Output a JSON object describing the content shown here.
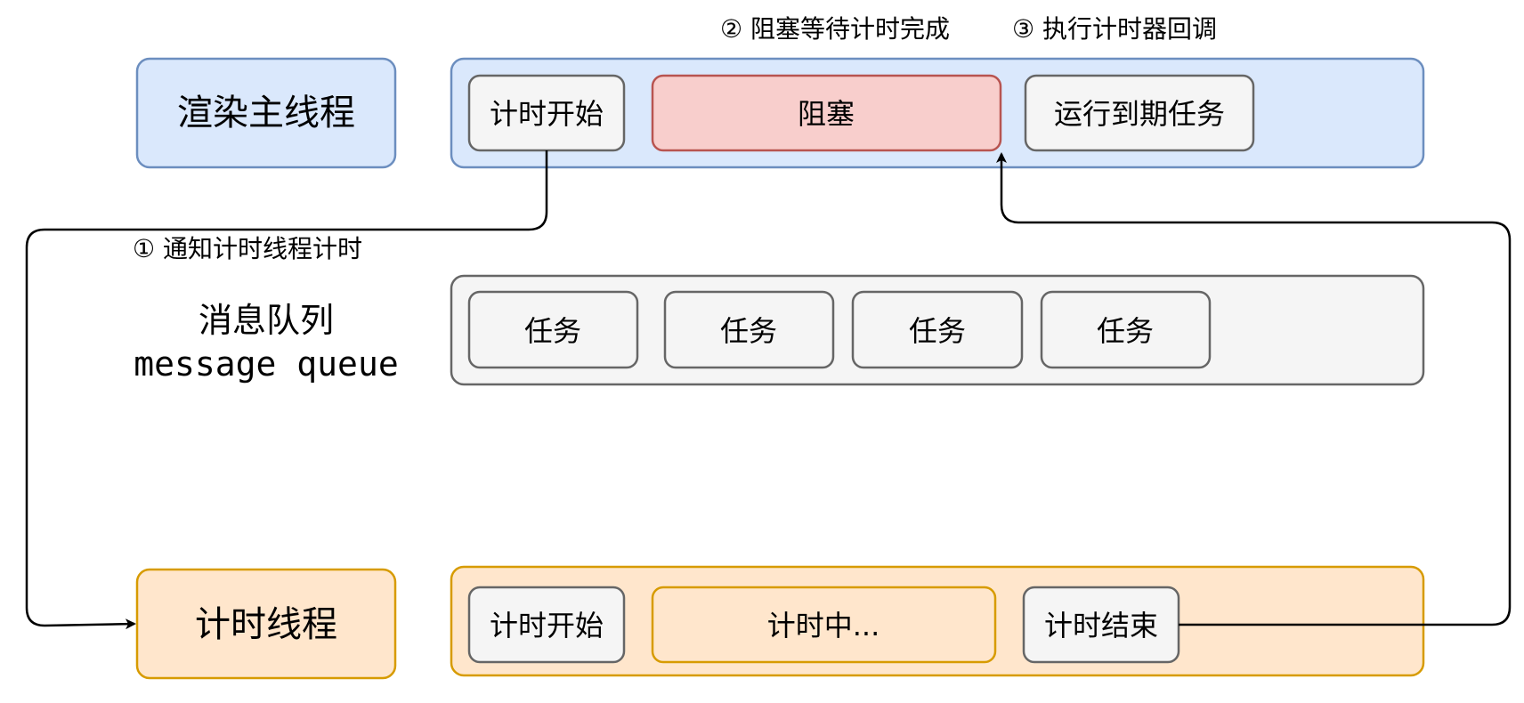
{
  "step_labels": {
    "step1": "① 通知计时线程计时",
    "step2": "② 阻塞等待计时完成",
    "step3": "③ 执行计时器回调"
  },
  "render_thread": {
    "label": "渲染主线程",
    "tasks": {
      "timer_start": "计时开始",
      "blocked": "阻塞",
      "run_expired": "运行到期任务"
    }
  },
  "message_queue": {
    "label_cn": "消息队列",
    "label_en": "message queue",
    "tasks": [
      "任务",
      "任务",
      "任务",
      "任务"
    ]
  },
  "timer_thread": {
    "label": "计时线程",
    "tasks": {
      "timer_start": "计时开始",
      "timing": "计时中...",
      "timer_end": "计时结束"
    }
  },
  "colors": {
    "blue_fill": "#dae8fc",
    "blue_stroke": "#6c8ebf",
    "gray_fill": "#f5f5f5",
    "gray_stroke": "#666666",
    "red_fill": "#f8cecc",
    "red_stroke": "#b85450",
    "orange_fill": "#ffe6cc",
    "orange_stroke": "#d79b00"
  }
}
